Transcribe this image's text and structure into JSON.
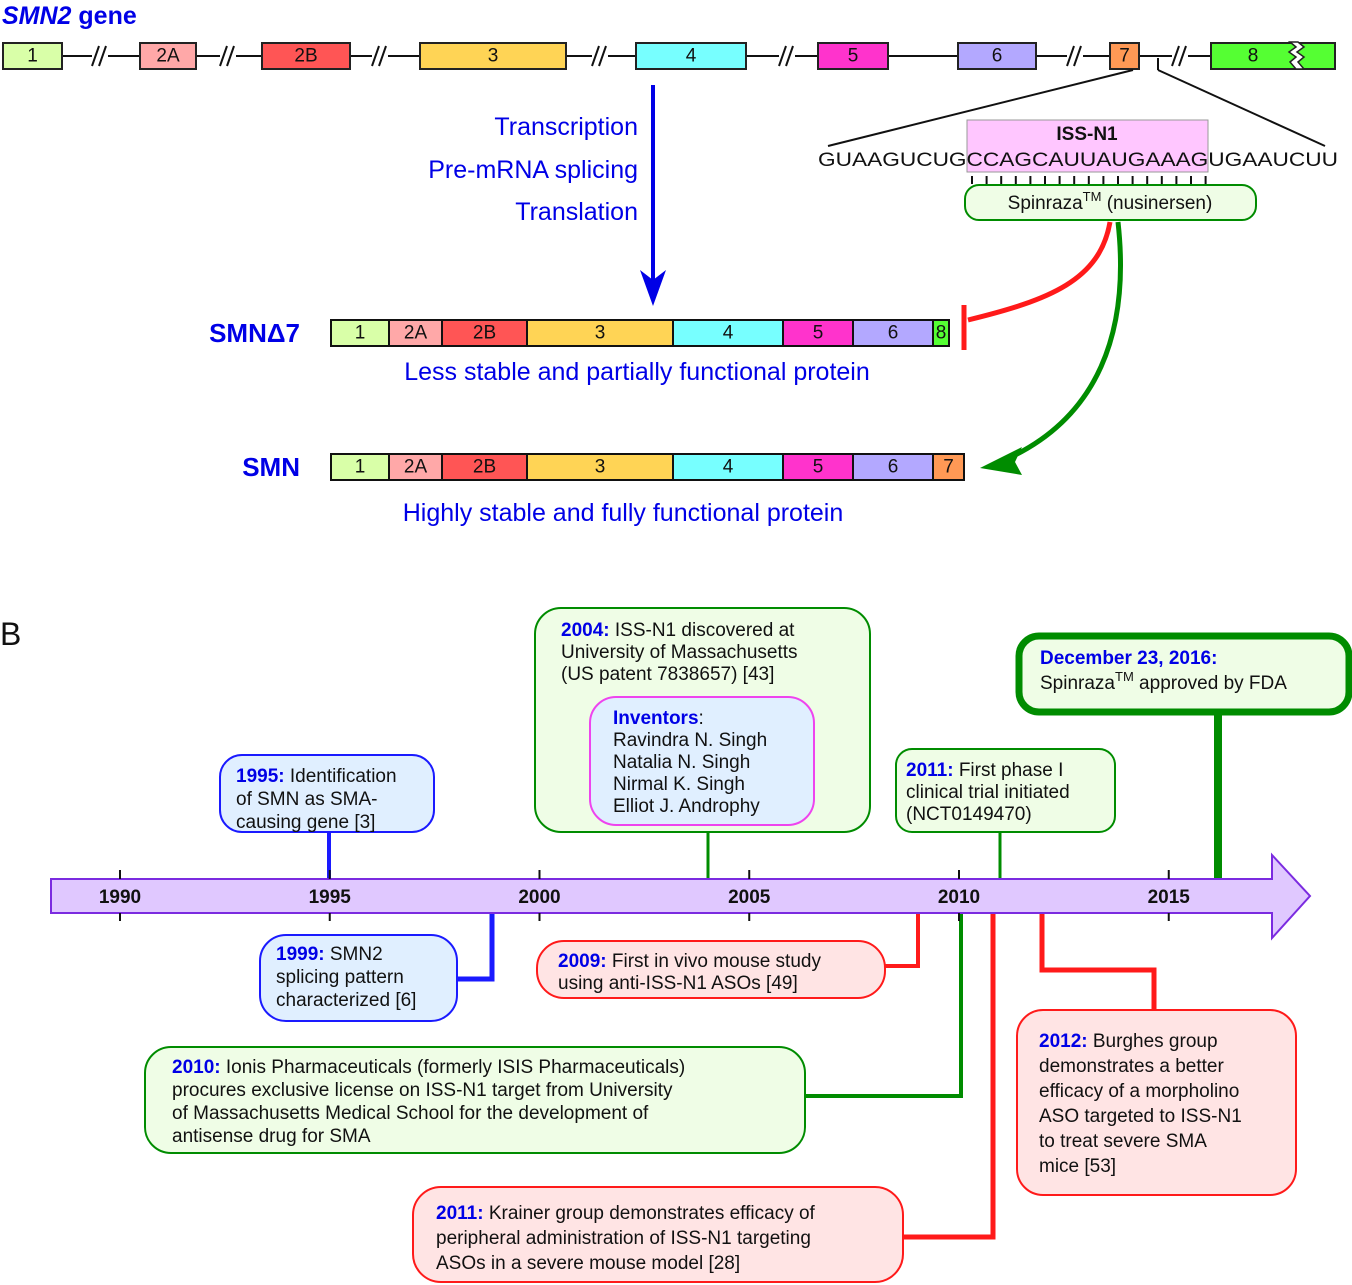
{
  "panel_a": {
    "gene_title_italic": "SMN2",
    "gene_title_rest": " gene",
    "gene_exons": [
      {
        "label": "1",
        "color": "#d9ffa8"
      },
      {
        "label": "2A",
        "color": "#ffa8a8"
      },
      {
        "label": "2B",
        "color": "#ff5555"
      },
      {
        "label": "3",
        "color": "#ffd455"
      },
      {
        "label": "4",
        "color": "#77ffff"
      },
      {
        "label": "5",
        "color": "#ff33cc"
      },
      {
        "label": "6",
        "color": "#b3a8ff"
      },
      {
        "label": "7",
        "color": "#ff9955"
      },
      {
        "label": "8",
        "color": "#55ff33"
      }
    ],
    "process_steps": [
      "Transcription",
      "Pre-mRNA splicing",
      "Translation"
    ],
    "iss_label": "ISS-N1",
    "sequence_left": "GUAAGUCUG",
    "sequence_target": "CCAGCAUUAUGAAAG",
    "sequence_right": "UGAAUCUU",
    "drug_name": "Spinraza",
    "drug_tm": "TM",
    "drug_generic": " (nusinersen)",
    "proteins": [
      {
        "name": "SMNΔ7",
        "exons": [
          "1",
          "2A",
          "2B",
          "3",
          "4",
          "5",
          "6",
          "8"
        ],
        "description": "Less stable and partially functional protein"
      },
      {
        "name": "SMN",
        "exons": [
          "1",
          "2A",
          "2B",
          "3",
          "4",
          "5",
          "6",
          "7"
        ],
        "description": "Highly stable and fully functional protein"
      }
    ]
  },
  "panel_b": {
    "label": "B",
    "axis_years": [
      "1990",
      "1995",
      "2000",
      "2005",
      "2010",
      "2015"
    ],
    "events": [
      {
        "id": "e1995",
        "year": "1995:",
        "lines": [
          " Identification",
          "of SMN as SMA-",
          "causing gene [3]"
        ],
        "type": "blue"
      },
      {
        "id": "e1999",
        "year": "1999:",
        "lines": [
          " SMN2",
          "splicing pattern",
          "characterized [6]"
        ],
        "type": "blue"
      },
      {
        "id": "e2004",
        "year": "2004:",
        "lines": [
          " ISS-N1 discovered at",
          "University of Massachusetts",
          "(US patent 7838657) [43]"
        ],
        "type": "green",
        "inventors_title": "Inventors",
        "inventors_colon": ":",
        "inventors": [
          "Ravindra N. Singh",
          "Natalia N. Singh",
          "Nirmal K. Singh",
          "Elliot J. Androphy"
        ]
      },
      {
        "id": "e2009",
        "year": "2009:",
        "lines": [
          " First in vivo mouse study",
          "using anti-ISS-N1 ASOs [49]"
        ],
        "type": "red"
      },
      {
        "id": "e2010",
        "year": "2010:",
        "lines": [
          " Ionis Pharmaceuticals (formerly ISIS Pharmaceuticals)",
          "procures exclusive license on ISS-N1 target from University",
          "of Massachusetts Medical School for the development of",
          "antisense drug for SMA"
        ],
        "type": "green"
      },
      {
        "id": "e2011a",
        "year": "2011:",
        "lines": [
          " First phase I",
          "clinical trial initiated",
          "(NCT0149470)"
        ],
        "type": "green"
      },
      {
        "id": "e2011b",
        "year": "2011:",
        "lines": [
          " Krainer group demonstrates efficacy of",
          "peripheral administration of ISS-N1 targeting",
          "ASOs in a severe mouse model [28]"
        ],
        "type": "red"
      },
      {
        "id": "e2012",
        "year": "2012:",
        "lines": [
          " Burghes group",
          "demonstrates a better",
          "efficacy of a morpholino",
          "ASO targeted to ISS-N1",
          "to treat severe SMA",
          "mice [53]"
        ],
        "type": "red"
      },
      {
        "id": "e2016",
        "year": "December 23, 2016:",
        "lines": [
          "Spinraza",
          "TM",
          " approved by FDA"
        ],
        "type": "green-bold"
      }
    ]
  },
  "colors": {
    "blue_text": "#0000e6",
    "timeline_fill": "#e0c8ff",
    "timeline_stroke": "#7b2be0",
    "green": "#008c00",
    "red": "#ff1a1a",
    "blue_stroke": "#1a1aff"
  }
}
